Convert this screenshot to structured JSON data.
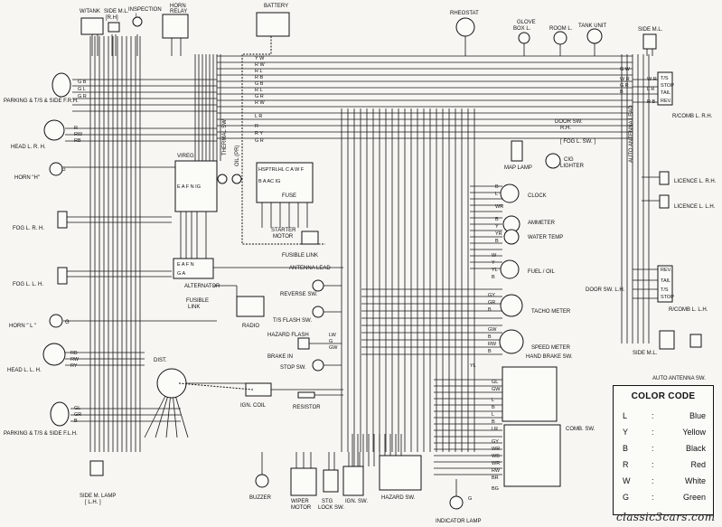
{
  "labels": {
    "wtank": "W/TANK",
    "side_ml_rh_top": "SIDE M.L.",
    "side_ml_rh_top_sub": "[R.H]",
    "inspection": "INSPECTION",
    "inspection_sub": "L.",
    "horn_relay": "HORN",
    "horn_relay_sub": "RELAY",
    "battery": "BATTERY",
    "rheostat": "RHEOSTAT",
    "glove_box": "GLOVE",
    "glove_box_sub": "BOX L.",
    "room_l": "ROOM L.",
    "tank_unit": "TANK UNIT",
    "side_ml_right": "SIDE M.L.",
    "parking_rh": "PARKING & T/S & SIDE F.R.H.",
    "head_rh": "HEAD L. R. H.",
    "horn_h": "HORN \"H\"",
    "fog_rh": "FOG L. R. H.",
    "fog_lh": "FOG L. L. H.",
    "horn_l": "HORN \" L \"",
    "head_lh": "HEAD L. L. H.",
    "parking_lh": "PARKING & T/S & SIDE F.L.H.",
    "side_ml_lh": "SIDE M. LAMP",
    "side_ml_lh_sub": "[ L.H. ]",
    "vireg": "VIREG",
    "alternator": "ALTERNATOR",
    "fusible_link_1": "FUSIBLE",
    "fusible_link_1_sub": "LINK",
    "radio": "RADIO",
    "thermal_sw": "THERMAL SW",
    "oil_pr": "OIL (PR)",
    "fuse": "FUSE",
    "starter_motor": "STARTER",
    "starter_motor_sub": "MOTOR",
    "fusible_link_2": "FUSIBLE LINK",
    "antenna_lead": "ANTENNA LEAD",
    "reverse_sw": "REVERSE SW.",
    "ts_flash_sw": "T/S FLASH SW.",
    "hazard_flash": "HAZARD FLASH",
    "brake_in": "BRAKE IN",
    "stop_sw": "STOP SW.",
    "dist": "DIST.",
    "ign_coil": "IGN. COIL",
    "resistor": "RESISTOR",
    "buzzer": "BUZZER",
    "wiper_motor": "WIPER",
    "wiper_motor_sub": "MOTOR",
    "stg_lock": "STG",
    "stg_lock_sub": "LOCK SW.",
    "ign_sw": "IGN. SW.",
    "hazard_sw": "HAZARD SW.",
    "indicator_lamp": "INDICATOR LAMP",
    "map_lamp": "MAP LAMP",
    "cig_lighter": "CIG",
    "cig_lighter_sub": "LIGHTER",
    "clock": "CLOCK",
    "ammeter": "AMMETER",
    "water_temp": "WATER TEMP",
    "fuel_oil": "FUEL / OIL",
    "tacho_meter": "TACHO METER",
    "speed_meter": "SPEED METER",
    "hand_brake_sw": "HAND BRAKE SW.",
    "comb_sw": "COMB. SW.",
    "door_sw_rh": "DOOR SW.",
    "door_sw_rh_sub": "R.H.",
    "fog_sw": "[ FOG L. SW. ]",
    "auto_antenna_lead": "AUTO ANTENNA LEAD",
    "rcomb_rh": "R/COMB L. R.H.",
    "licence_rh": "LICENCE L. R.H.",
    "licence_lh": "LICENCE L. L.H.",
    "door_sw_lh": "DOOR SW. L.H.",
    "rcomb_lh": "R/COMB L. L.H.",
    "side_ml_lh_right": "SIDE M.L.",
    "auto_antenna_sw": "AUTO ANTENNA SW.",
    "horn_h_pin": "G",
    "horn_l_pin": "G"
  },
  "fuse_block": {
    "top_row": "HSPTRLHL C  A W F",
    "bottom_row": "B  A        AC IG"
  },
  "vireg_pins": "E A F N   IG",
  "alt_pins": "E A F N",
  "alt_pins_2": "G A",
  "rcomb_rh_tags": [
    "T/S",
    "STOP",
    "TAIL",
    "REV."
  ],
  "rcomb_lh_tags": [
    "REV.",
    "TAIL",
    "T/S",
    "STOP"
  ],
  "wire_tags": {
    "left_top": [
      "G B",
      "G L",
      "G R"
    ],
    "left_head_rh": [
      "R",
      "RW",
      "RB"
    ],
    "left_head_lh": [
      "RB",
      "RW",
      "RY"
    ],
    "left_park_lh": [
      "GL",
      "GR",
      "B"
    ],
    "harness_top": [
      "Y W",
      "R W",
      "R L",
      "R B",
      "G B",
      "R L",
      "G R",
      "R W",
      "L R",
      "R",
      "R Y",
      "G R"
    ],
    "right_top": [
      "G W",
      "W R",
      "G R",
      "B",
      "W R",
      "L R",
      "R B"
    ],
    "gauge_tags": [
      "B",
      "L",
      "WR",
      "B",
      "Y",
      "YR",
      "B",
      "W",
      "Y",
      "YL",
      "B"
    ],
    "meter_tags": [
      "GY",
      "GR",
      "B",
      "GW",
      "B",
      "RW",
      "B"
    ],
    "comb_left_tags": [
      "GL",
      "GW",
      "L",
      "B",
      "L",
      "B",
      "LR"
    ],
    "ign_sw_tags": [
      "GY",
      "WR",
      "WB",
      "WR",
      "RW",
      "BR"
    ],
    "center_tags": [
      "LW",
      "G",
      "GW",
      "YL"
    ],
    "bottom_right": [
      "BG",
      "G"
    ]
  },
  "color_code": {
    "title": "COLOR CODE",
    "rows": [
      {
        "key": "L",
        "sep": ":",
        "value": "Blue"
      },
      {
        "key": "Y",
        "sep": ":",
        "value": "Yellow"
      },
      {
        "key": "B",
        "sep": ":",
        "value": "Black"
      },
      {
        "key": "R",
        "sep": ":",
        "value": "Red"
      },
      {
        "key": "W",
        "sep": ":",
        "value": "White"
      },
      {
        "key": "G",
        "sep": ":",
        "value": "Green"
      }
    ]
  },
  "watermark": "classic3cars.com"
}
